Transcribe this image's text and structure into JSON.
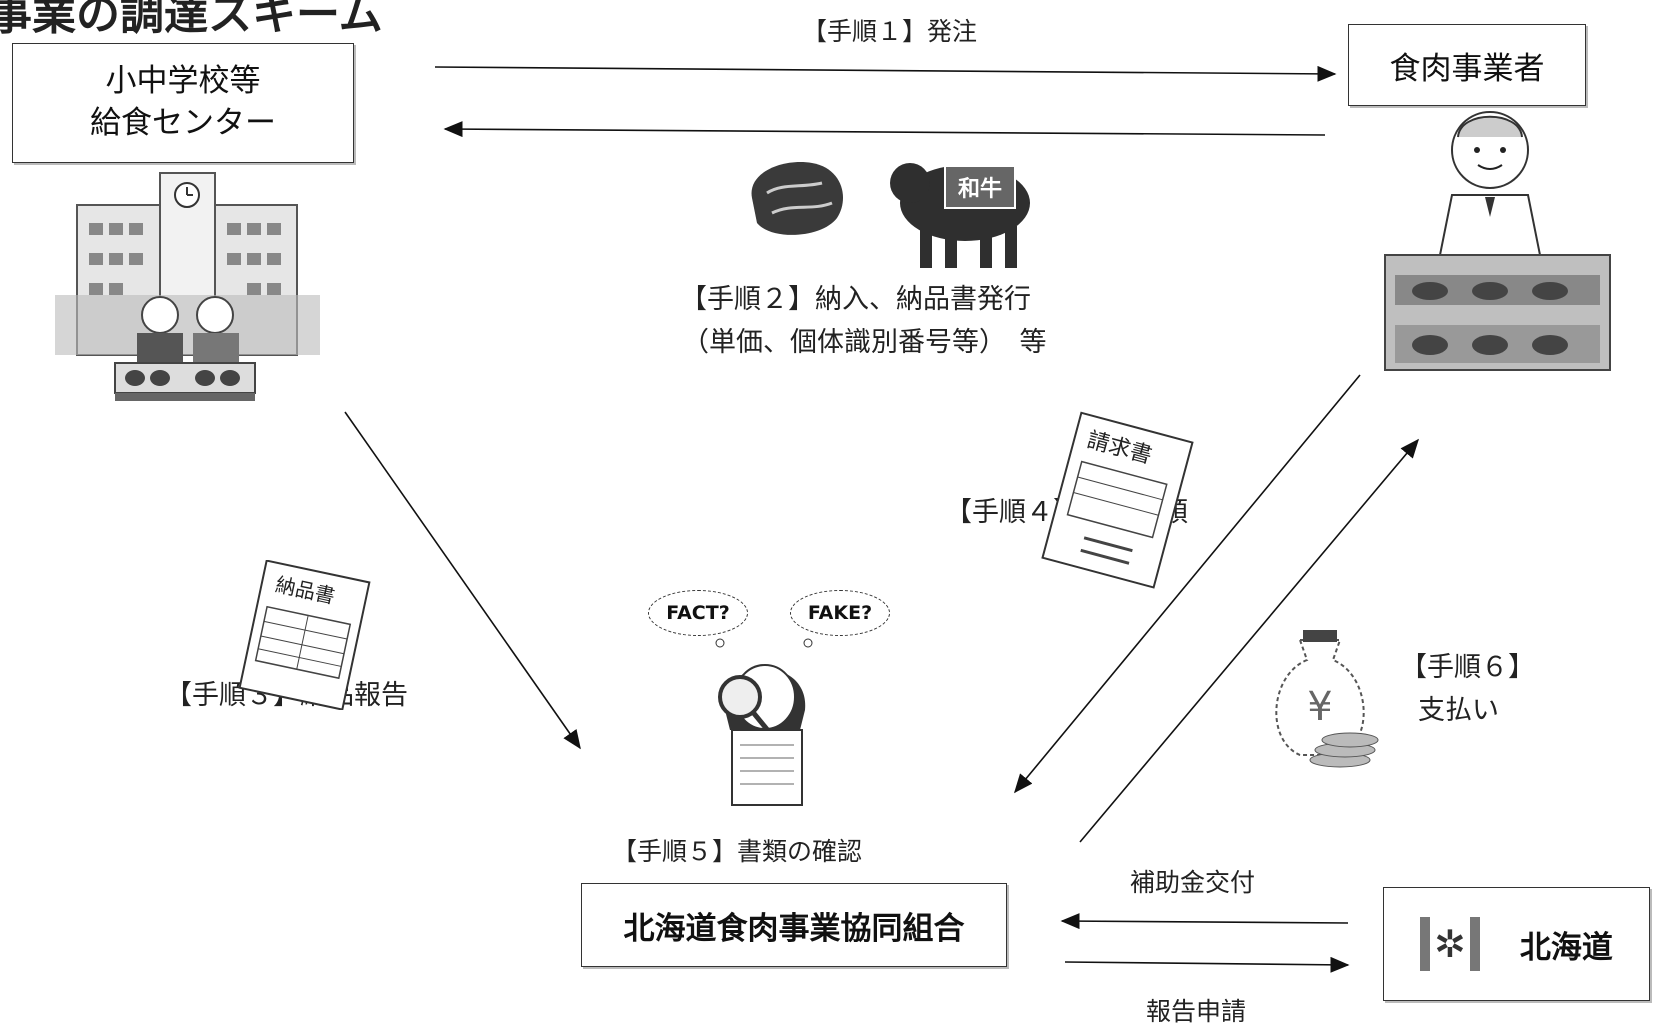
{
  "title": "事業の調達スキーム",
  "nodes": {
    "school": {
      "line1": "小中学校等",
      "line2": "給食センター"
    },
    "meat_business": {
      "label": "食肉事業者"
    },
    "union": {
      "label": "北海道食肉事業協同組合"
    },
    "hokkaido": {
      "label": "北海道",
      "emblem": "✲"
    }
  },
  "steps": {
    "step1": "【手順１】発注",
    "step2_line1": "【手順２】納入、納品書発行",
    "step2_line2": "（単価、個体識別番号等）　等",
    "step3": "【手順３】納品報告",
    "step4": "【手順４】振込依頼",
    "step5": "【手順５】書類の確認",
    "step6_line1": "【手順６】",
    "step6_line2": "支払い"
  },
  "flows": {
    "subsidy": "補助金交付",
    "report": "報告申請"
  },
  "illustrations": {
    "wagyu_sign": "和牛",
    "delivery_slip": "納品書",
    "invoice": "請求書",
    "fact": "FACT?",
    "fake": "FAKE?",
    "money_bag": "¥"
  }
}
